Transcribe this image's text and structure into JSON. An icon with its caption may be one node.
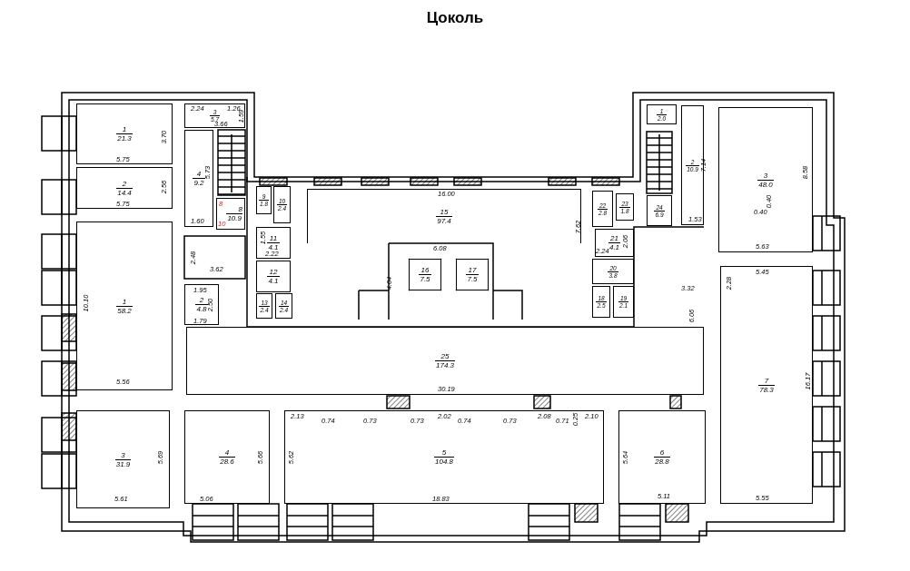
{
  "diagram": {
    "title": "Цоколь",
    "nodes": [
      {
        "text": [
          "1",
          "21.3"
        ]
      },
      {
        "text": [
          "2",
          "14.4"
        ]
      },
      {
        "text": [
          "1",
          "58.2"
        ]
      },
      {
        "text": [
          "3",
          "5.7"
        ]
      },
      {
        "text": [
          "4",
          "9.2"
        ]
      },
      {
        "text": [
          "8",
          "10.9"
        ]
      },
      {
        "text": [
          "2",
          "4.8"
        ]
      },
      {
        "text": [
          "9",
          "1.8"
        ]
      },
      {
        "text": [
          "10",
          "2.4"
        ]
      },
      {
        "text": [
          "11",
          "4.1"
        ]
      },
      {
        "text": [
          "12",
          "4.1"
        ]
      },
      {
        "text": [
          "13",
          "2.4"
        ]
      },
      {
        "text": [
          "14",
          "2.4"
        ]
      },
      {
        "text": [
          "15",
          "97.4"
        ]
      },
      {
        "text": [
          "16",
          "7.5"
        ]
      },
      {
        "text": [
          "17",
          "7.5"
        ]
      },
      {
        "text": [
          "22",
          "2.8"
        ]
      },
      {
        "text": [
          "23",
          "1.8"
        ]
      },
      {
        "text": [
          "21",
          "4.1"
        ]
      },
      {
        "text": [
          "20",
          "3.8"
        ]
      },
      {
        "text": [
          "18",
          "2.5"
        ]
      },
      {
        "text": [
          "19",
          "2.1"
        ]
      },
      {
        "text": [
          "1",
          "2.0"
        ]
      },
      {
        "text": [
          "24",
          "6.9"
        ]
      },
      {
        "text": [
          "2",
          "10.9"
        ]
      },
      {
        "text": [
          "3",
          "48.0"
        ]
      },
      {
        "text": [
          "25",
          "174.3"
        ]
      },
      {
        "text": [
          "3",
          "31.9"
        ]
      },
      {
        "text": [
          "4",
          "28.6"
        ]
      },
      {
        "text": [
          "5",
          "104.8"
        ]
      },
      {
        "text": [
          "6",
          "28.8"
        ]
      },
      {
        "text": [
          "7",
          "78.3"
        ]
      }
    ],
    "labels": [
      "2.24",
      "1.26",
      "1.59",
      "3.66",
      "3.70",
      "5.75",
      "2.56",
      "5.75",
      "5.73",
      "1.60",
      "8",
      "10",
      "1.55",
      "2.22",
      "2.48",
      "3.62",
      "1.95",
      "2.50",
      "1.79",
      "10.10",
      "5.56",
      "16.00",
      "6.08",
      "4.04",
      "7.62",
      "2.06",
      "2.24",
      "3.32",
      "6.06",
      "7.14",
      "1.53",
      "8.58",
      "0.40",
      "0.40",
      "5.63",
      "5.45",
      "2.28",
      "16.17",
      "5.55",
      "30.19",
      "2.13",
      "0.74",
      "0.73",
      "0.73",
      "2.02",
      "0.74",
      "0.73",
      "2.08",
      "0.71",
      "0.25",
      "2.10",
      "5.62",
      "18.83",
      "5.69",
      "5.61",
      "5.66",
      "5.06",
      "5.64",
      "5.11"
    ]
  }
}
